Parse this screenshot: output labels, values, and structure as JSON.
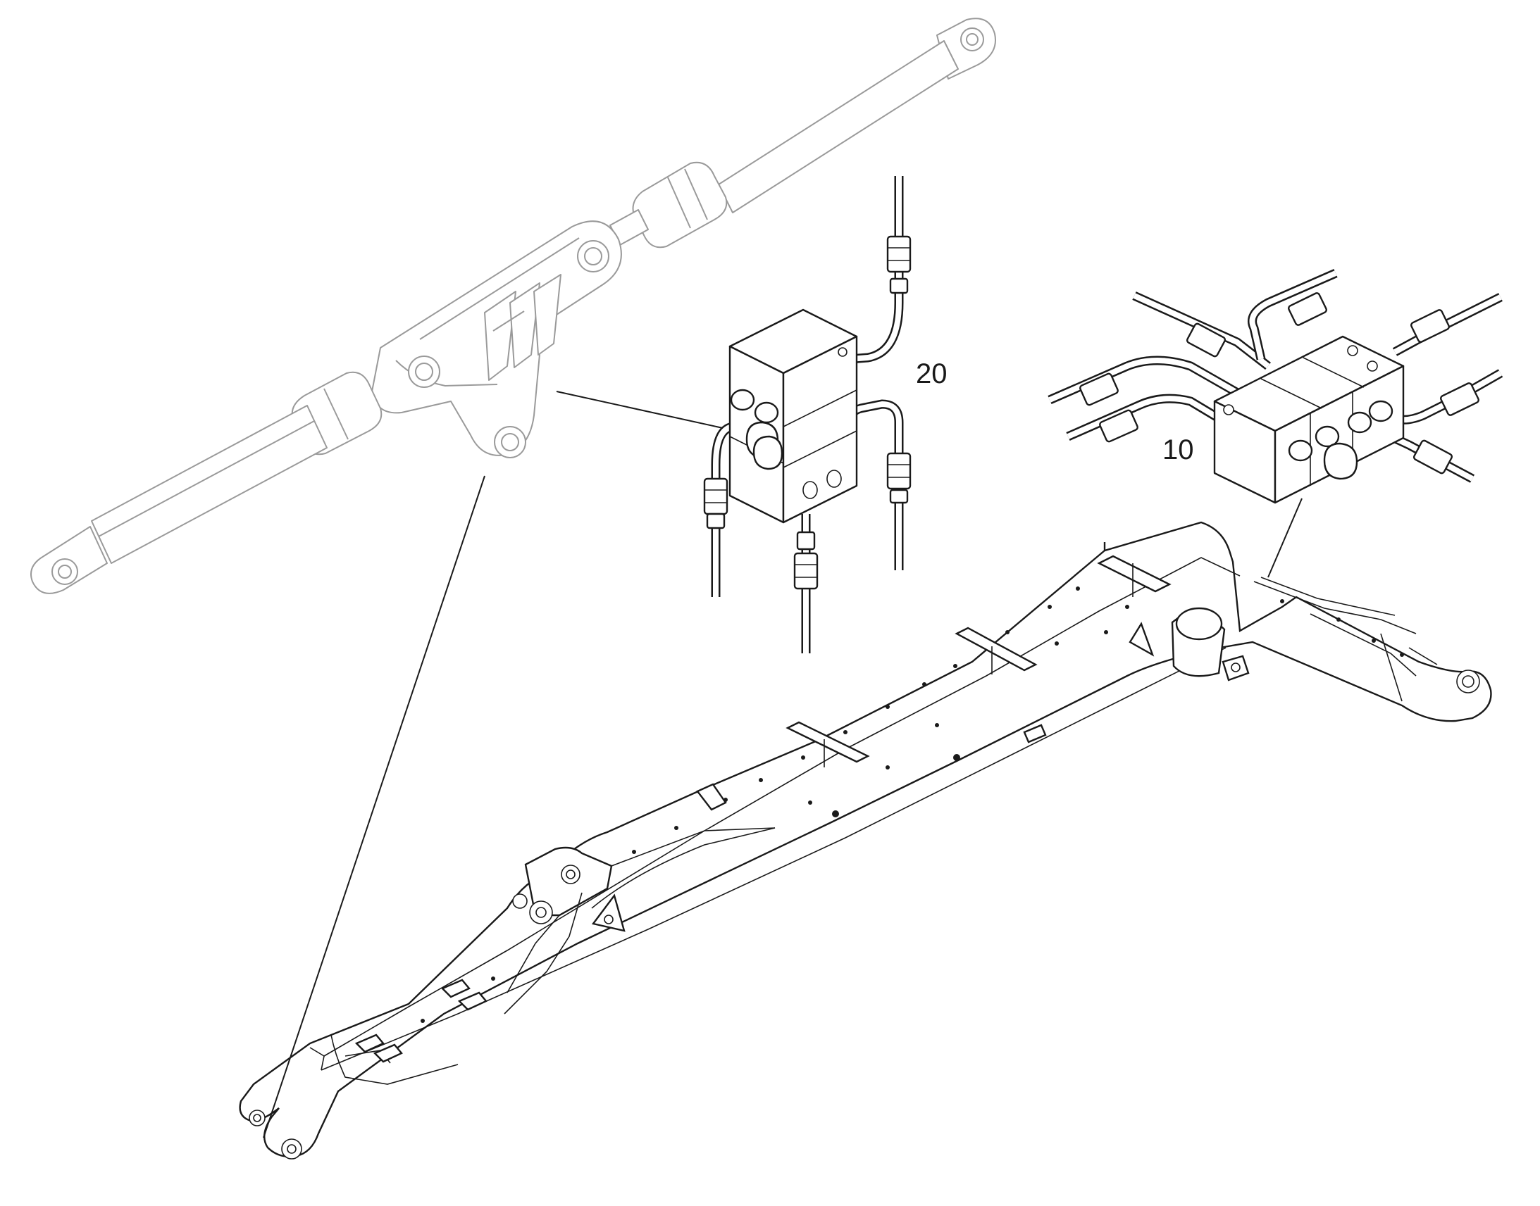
{
  "callouts": [
    {
      "id": "callout-20",
      "label": "20"
    },
    {
      "id": "callout-10",
      "label": "10"
    }
  ],
  "colors": {
    "line": "#1a1a1a",
    "ghost_line": "#9a9a9a",
    "background": "#ffffff"
  }
}
